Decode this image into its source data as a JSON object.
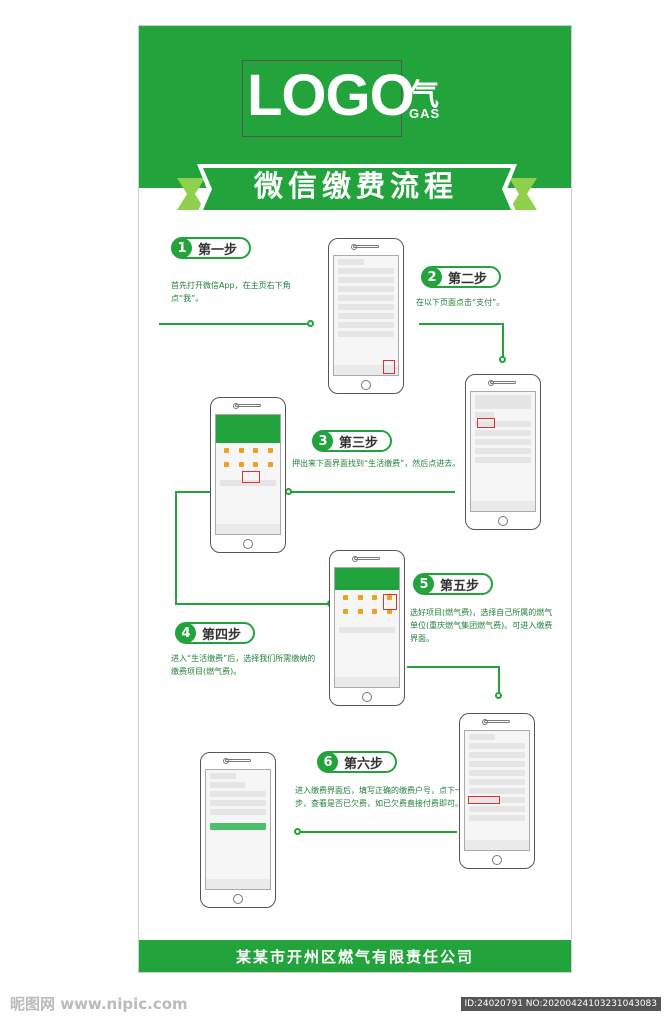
{
  "logo": {
    "text": "LOGO",
    "suffix": "气",
    "gas": "GAS"
  },
  "title": "微信缴费流程",
  "steps": [
    {
      "num": "1",
      "label": "第一步",
      "desc": "首先打开微信App，在主页右下角点“我”。"
    },
    {
      "num": "2",
      "label": "第二步",
      "desc": "在以下页面点击“支付”。"
    },
    {
      "num": "3",
      "label": "第三步",
      "desc": "押出来下面界面找到“生活缴费”，然后点进去。"
    },
    {
      "num": "4",
      "label": "第四步",
      "desc": "进入“生活缴费”后，选择我们所需缴纳的缴费项目(燃气费)。"
    },
    {
      "num": "5",
      "label": "第五步",
      "desc": "选好项目(燃气费)，选择自己所属的燃气单位(重庆燃气集团燃气费)。可进入缴费界面。"
    },
    {
      "num": "6",
      "label": "第六步",
      "desc": "进入缴费界面后，填写正确的缴费户号，点下一步，查看是否已欠费，如已欠费直接付费即可。"
    }
  ],
  "footer": "某某市开州区燃气有限责任公司",
  "watermark": {
    "left": "昵图网 www.nipic.com",
    "right": "ID:24020791 NO:20200424103231043083"
  },
  "colors": {
    "brand": "#22a33c",
    "ribbon_light": "#8fd14f",
    "highlight": "#e03030"
  }
}
